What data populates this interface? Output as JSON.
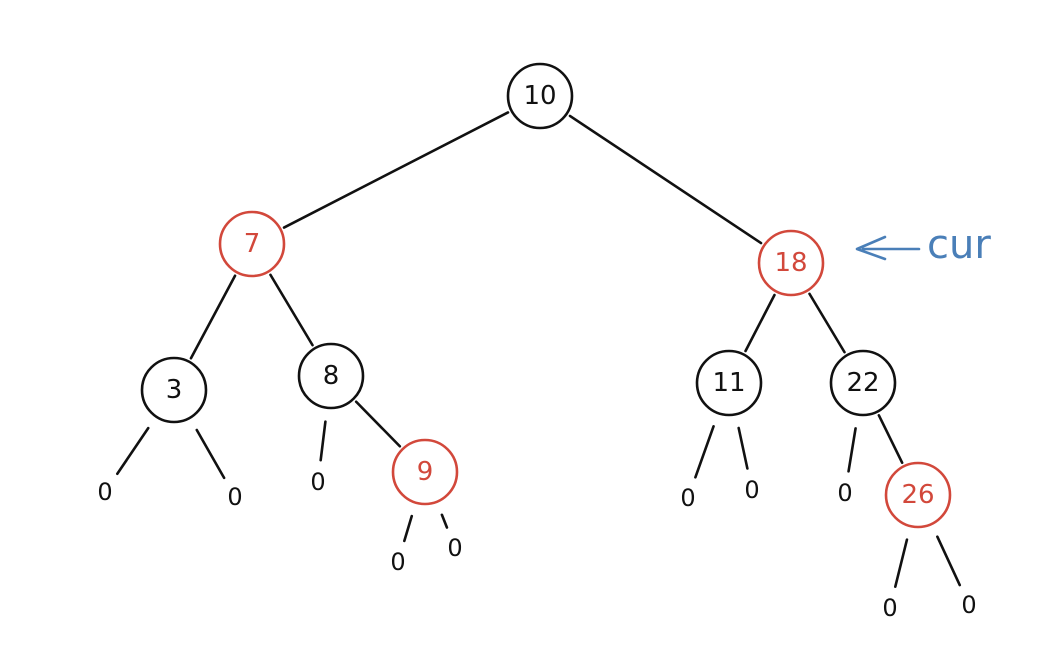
{
  "colors": {
    "ink": "#111111",
    "highlight": "#d2483b",
    "pointer": "#4a7fb8"
  },
  "tree": {
    "nodes": [
      {
        "id": "n10",
        "label": "10",
        "color": "black"
      },
      {
        "id": "n7",
        "label": "7",
        "color": "red"
      },
      {
        "id": "n18",
        "label": "18",
        "color": "red"
      },
      {
        "id": "n3",
        "label": "3",
        "color": "black"
      },
      {
        "id": "n8",
        "label": "8",
        "color": "black"
      },
      {
        "id": "n9",
        "label": "9",
        "color": "red"
      },
      {
        "id": "n11",
        "label": "11",
        "color": "black"
      },
      {
        "id": "n22",
        "label": "22",
        "color": "black"
      },
      {
        "id": "n26",
        "label": "26",
        "color": "red"
      }
    ],
    "null_leaves": [
      {
        "id": "z3l",
        "label": "0",
        "parent": "n3"
      },
      {
        "id": "z3r",
        "label": "0",
        "parent": "n3"
      },
      {
        "id": "z8l",
        "label": "0",
        "parent": "n8"
      },
      {
        "id": "z9l",
        "label": "0",
        "parent": "n9"
      },
      {
        "id": "z9r",
        "label": "0",
        "parent": "n9"
      },
      {
        "id": "z11l",
        "label": "0",
        "parent": "n11"
      },
      {
        "id": "z11r",
        "label": "0",
        "parent": "n11"
      },
      {
        "id": "z22l",
        "label": "0",
        "parent": "n22"
      },
      {
        "id": "z26l",
        "label": "0",
        "parent": "n26"
      },
      {
        "id": "z26r",
        "label": "0",
        "parent": "n26"
      }
    ],
    "edges": [
      [
        "n10",
        "n7"
      ],
      [
        "n10",
        "n18"
      ],
      [
        "n7",
        "n3"
      ],
      [
        "n7",
        "n8"
      ],
      [
        "n8",
        "n9"
      ],
      [
        "n18",
        "n11"
      ],
      [
        "n18",
        "n22"
      ],
      [
        "n22",
        "n26"
      ]
    ]
  },
  "pointer": {
    "label": "cur",
    "target": "n18"
  }
}
